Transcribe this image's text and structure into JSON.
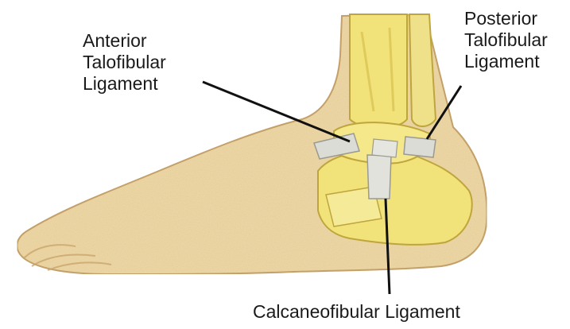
{
  "labels": {
    "anterior": [
      "Anterior",
      "Talofibular",
      "Ligament"
    ],
    "posterior": [
      "Posterior",
      "Talofibular",
      "Ligament"
    ],
    "calcaneofibular": "Calcaneofibular Ligament"
  },
  "colors": {
    "skin": "#f0d9a6",
    "skin_shadow": "#d9b57e",
    "bone": "#f2e27a",
    "bone_dark": "#d8c24f",
    "ligament": "#d9d9d4",
    "line": "#111111"
  }
}
